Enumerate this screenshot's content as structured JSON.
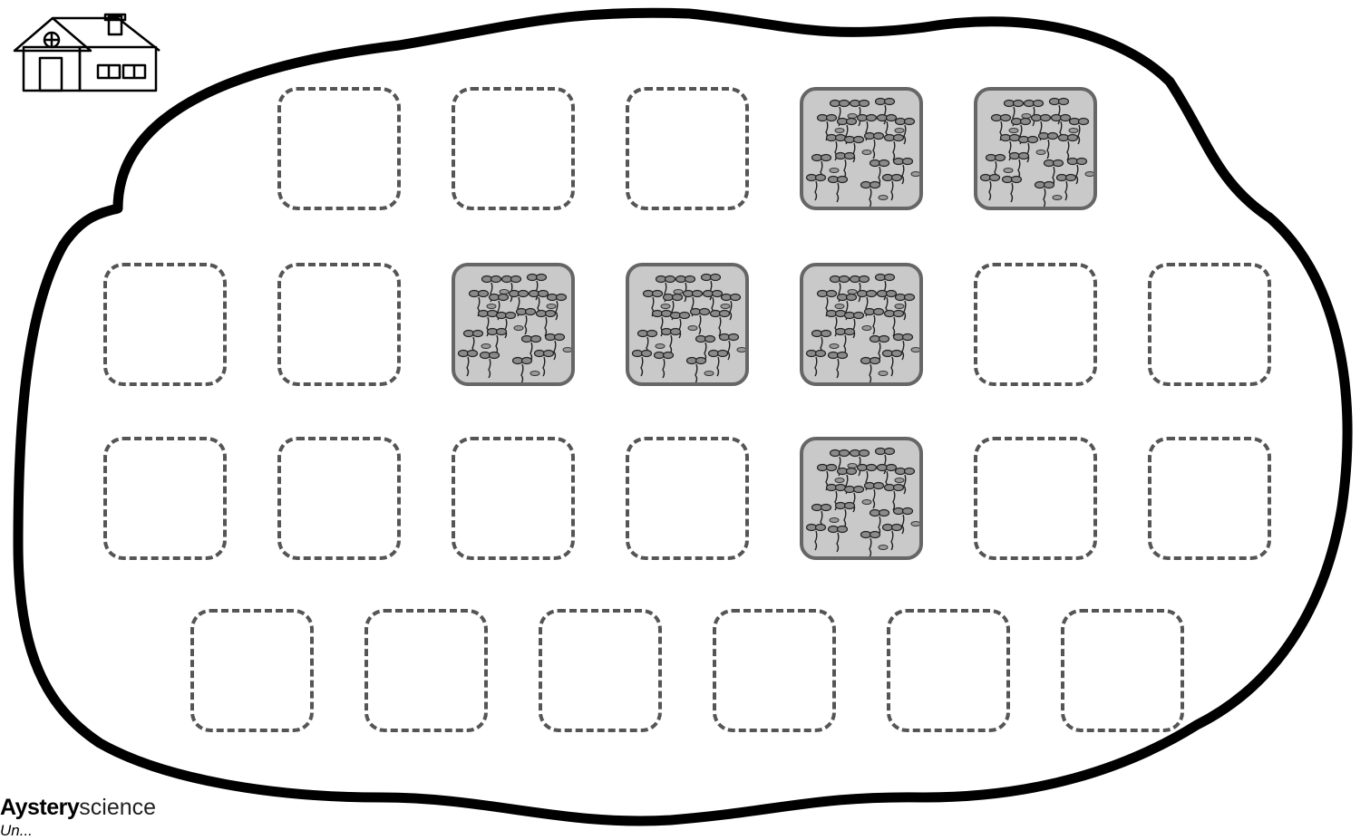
{
  "brand": {
    "bold": "Aystery",
    "light": "science",
    "tagline": "Un..."
  },
  "icons": {
    "house": "house-icon",
    "plants": "plant-patch-icon"
  },
  "colors": {
    "outline": "#000000",
    "dashed": "#555555",
    "patch_fill": "#c9c9c9",
    "patch_border": "#666666"
  },
  "grid": {
    "rows": [
      {
        "cells": [
          "empty",
          "empty",
          "empty",
          "plants",
          "plants"
        ]
      },
      {
        "cells": [
          "empty",
          "empty",
          "plants",
          "plants",
          "plants",
          "empty",
          "empty"
        ]
      },
      {
        "cells": [
          "empty",
          "empty",
          "empty",
          "empty",
          "plants",
          "empty",
          "empty"
        ]
      },
      {
        "cells": [
          "empty",
          "empty",
          "empty",
          "empty",
          "empty",
          "empty"
        ]
      }
    ]
  }
}
